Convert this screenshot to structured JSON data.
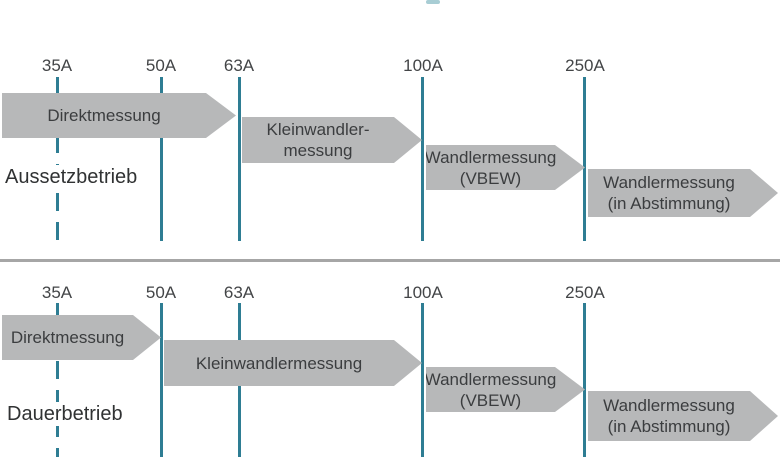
{
  "colors": {
    "line_teal": "#2e7d93",
    "arrow_gray": "#b7b8b9",
    "divider_gray": "#a6a6a6",
    "text_dark": "#3b3d3f"
  },
  "bands": [
    {
      "label": "Aussetzbetrieb",
      "ticks": [
        {
          "label": "35A"
        },
        {
          "label": "50A"
        },
        {
          "label": "63A"
        },
        {
          "label": "100A"
        },
        {
          "label": "250A"
        }
      ],
      "arrows": [
        {
          "line1": "Direktmessung",
          "line2": "",
          "from": "start",
          "to": "63A"
        },
        {
          "line1": "Kleinwandler-",
          "line2": "messung",
          "from": "63A",
          "to": "100A"
        },
        {
          "line1": "Wandlermessung",
          "line2": "(VBEW)",
          "from": "100A",
          "to": "250A"
        },
        {
          "line1": "Wandlermessung",
          "line2": "(in Abstimmung)",
          "from": "250A",
          "to": "end"
        }
      ]
    },
    {
      "label": "Dauerbetrieb",
      "ticks": [
        {
          "label": "35A"
        },
        {
          "label": "50A"
        },
        {
          "label": "63A"
        },
        {
          "label": "100A"
        },
        {
          "label": "250A"
        }
      ],
      "arrows": [
        {
          "line1": "Direktmessung",
          "line2": "",
          "from": "start",
          "to": "50A"
        },
        {
          "line1": "Kleinwandlermessung",
          "line2": "",
          "from": "50A",
          "to": "100A"
        },
        {
          "line1": "Wandlermessung",
          "line2": "(VBEW)",
          "from": "100A",
          "to": "250A"
        },
        {
          "line1": "Wandlermessung",
          "line2": "(in Abstimmung)",
          "from": "250A",
          "to": "end"
        }
      ]
    }
  ]
}
